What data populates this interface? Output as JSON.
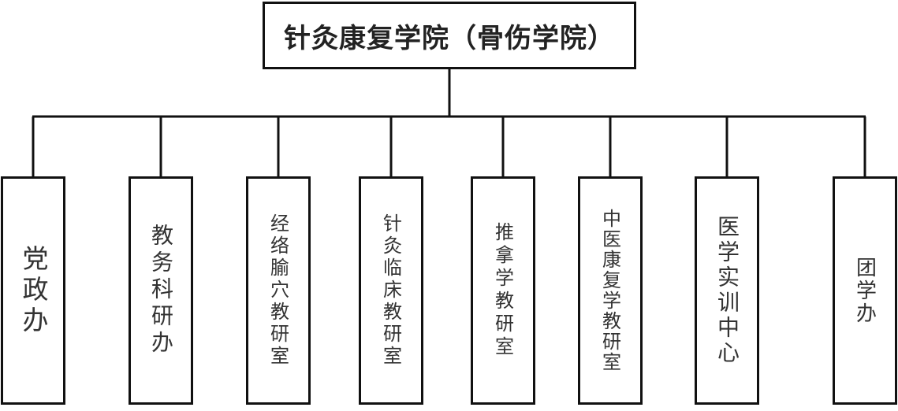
{
  "title": "针灸康复学院（骨伤学院）",
  "units": [
    "党政办",
    "教务科研办",
    "经络腧穴教研室",
    "针灸临床教研室",
    "推拿学教研室",
    "中医康复学教研室",
    "医学实训中心",
    "团学办"
  ]
}
